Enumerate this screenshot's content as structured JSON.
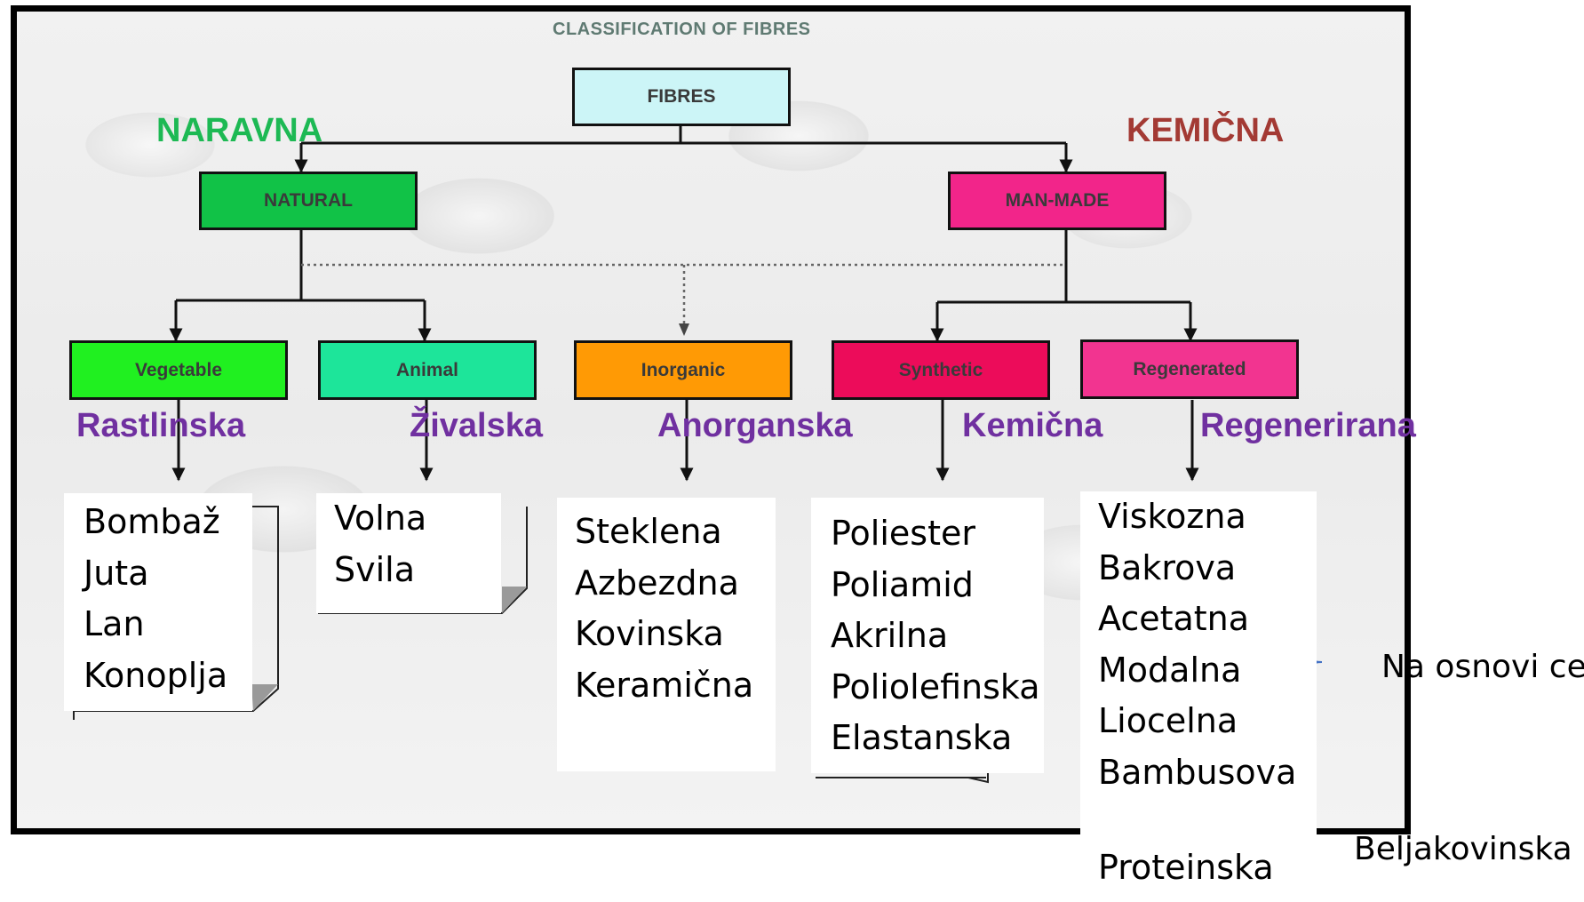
{
  "diagram": {
    "title": "CLASSIFICATION OF FIBRES",
    "root": "FIBRES",
    "natural": "NATURAL",
    "man_made": "MAN-MADE",
    "categories": [
      "Vegetable",
      "Animal",
      "Inorganic",
      "Synthetic",
      "Regenerated"
    ]
  },
  "labels": {
    "naravna": "NARAVNA",
    "kemicna_top": "KEMIČNA",
    "rastlinska": "Rastlinska",
    "zivalska": "Živalska",
    "anorganska": "Anorganska",
    "kemicna": "Kemična",
    "regenerirana": "Regenerirana"
  },
  "lists": {
    "vegetable": [
      "Bombaž",
      "Juta",
      "Lan",
      "Konoplja"
    ],
    "animal": [
      "Volna",
      "Svila"
    ],
    "inorganic": [
      "Steklena",
      "Azbezdna",
      "Kovinska",
      "Keramična"
    ],
    "synthetic": [
      "Poliester",
      "Poliamid",
      "Akrilna",
      "Poliolefinska",
      "Elastanska"
    ],
    "regenerated": [
      "Viskozna",
      "Bakrova",
      "Acetatna",
      "Modalna",
      "Liocelna",
      "Bambusova"
    ],
    "protein": "Proteinska"
  },
  "notes": {
    "cellulose": "Na osnovi ce",
    "protein": "Beljakovinska"
  },
  "colors": {
    "root": "#ccf5f7",
    "natural": "#11c247",
    "man_made": "#f2258a",
    "vegetable": "#20f020",
    "animal": "#1de59a",
    "inorganic": "#ff9a05",
    "synthetic": "#ec0c5a",
    "regenerated": "#f23490",
    "naravna": "#1db954",
    "kemicna_top": "#a33a34",
    "arrow_blue": "#4472c4"
  }
}
